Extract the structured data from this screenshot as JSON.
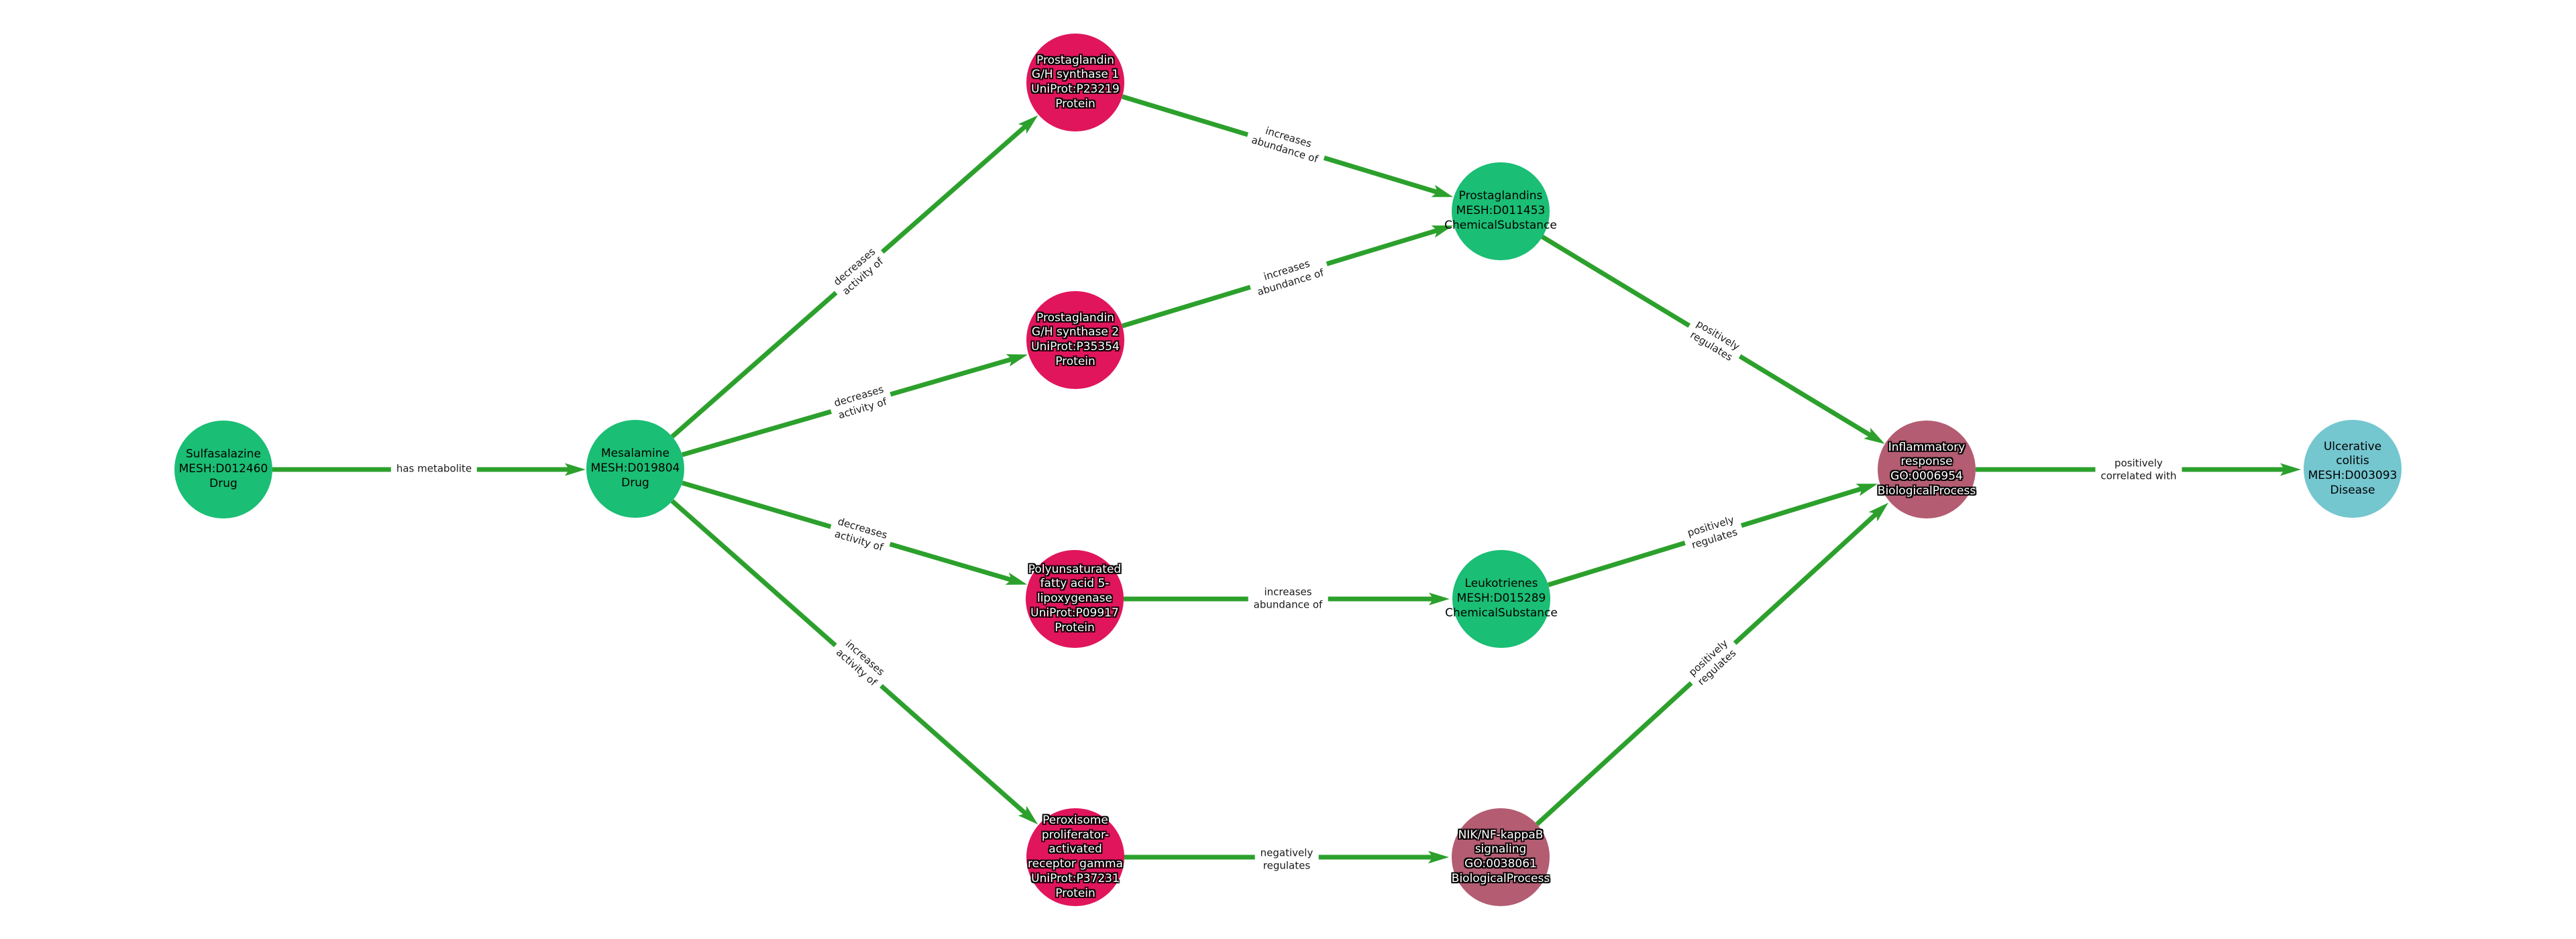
{
  "graph": {
    "background_color": "#ffffff",
    "edge_color": "#2ca02c",
    "node_type_colors": {
      "Drug": "#1abe74",
      "Protein": "#e0155c",
      "ChemicalSubstance": "#1abe74",
      "BiologicalProcess": "#b35c72",
      "Disease": "#74c6cf"
    },
    "nodes": [
      {
        "name": "Sulfasalazine",
        "curie": "MESH:D012460",
        "type": "Drug",
        "label": "Sulfasalazine\nMESH:D012460\nDrug"
      },
      {
        "name": "Mesalamine",
        "curie": "MESH:D019804",
        "type": "Drug",
        "label": "Mesalamine\nMESH:D019804\nDrug"
      },
      {
        "name": "Prostaglandin G/H synthase 1",
        "curie": "UniProt:P23219",
        "type": "Protein",
        "label": "Prostaglandin\nG/H synthase 1\nUniProt:P23219\nProtein"
      },
      {
        "name": "Prostaglandin G/H synthase 2",
        "curie": "UniProt:P35354",
        "type": "Protein",
        "label": "Prostaglandin\nG/H synthase 2\nUniProt:P35354\nProtein"
      },
      {
        "name": "Polyunsaturated fatty acid 5-lipoxygenase",
        "curie": "UniProt:P09917",
        "type": "Protein",
        "label": "Polyunsaturated\nfatty acid 5-\nlipoxygenase\nUniProt:P09917\nProtein"
      },
      {
        "name": "Peroxisome proliferator-activated receptor gamma",
        "curie": "UniProt:P37231",
        "type": "Protein",
        "label": "Peroxisome\nproliferator-\nactivated\nreceptor gamma\nUniProt:P37231\nProtein"
      },
      {
        "name": "Prostaglandins",
        "curie": "MESH:D011453",
        "type": "ChemicalSubstance",
        "label": "Prostaglandins\nMESH:D011453\nChemicalSubstance"
      },
      {
        "name": "Leukotrienes",
        "curie": "MESH:D015289",
        "type": "ChemicalSubstance",
        "label": "Leukotrienes\nMESH:D015289\nChemicalSubstance"
      },
      {
        "name": "NIK/NF-kappaB signaling",
        "curie": "GO:0038061",
        "type": "BiologicalProcess",
        "label": "NIK/NF-kappaB\nsignaling\nGO:0038061\nBiologicalProcess"
      },
      {
        "name": "Inflammatory response",
        "curie": "GO:0006954",
        "type": "BiologicalProcess",
        "label": "Inflammatory\nresponse\nGO:0006954\nBiologicalProcess"
      },
      {
        "name": "Ulcerative colitis",
        "curie": "MESH:D003093",
        "type": "Disease",
        "label": "Ulcerative\ncolitis\nMESH:D003093\nDisease"
      }
    ],
    "edges": [
      {
        "source": "Sulfasalazine",
        "target": "Mesalamine",
        "label": "has metabolite"
      },
      {
        "source": "Mesalamine",
        "target": "Prostaglandin G/H synthase 1",
        "label": "decreases\nactivity of"
      },
      {
        "source": "Mesalamine",
        "target": "Prostaglandin G/H synthase 2",
        "label": "decreases\nactivity of"
      },
      {
        "source": "Mesalamine",
        "target": "Polyunsaturated fatty acid 5-lipoxygenase",
        "label": "decreases\nactivity of"
      },
      {
        "source": "Mesalamine",
        "target": "Peroxisome proliferator-activated receptor gamma",
        "label": "increases\nactivity of"
      },
      {
        "source": "Prostaglandin G/H synthase 1",
        "target": "Prostaglandins",
        "label": "increases\nabundance of"
      },
      {
        "source": "Prostaglandin G/H synthase 2",
        "target": "Prostaglandins",
        "label": "increases\nabundance of"
      },
      {
        "source": "Polyunsaturated fatty acid 5-lipoxygenase",
        "target": "Leukotrienes",
        "label": "increases\nabundance of"
      },
      {
        "source": "Peroxisome proliferator-activated receptor gamma",
        "target": "NIK/NF-kappaB signaling",
        "label": "negatively\nregulates"
      },
      {
        "source": "Prostaglandins",
        "target": "Inflammatory response",
        "label": "positively\nregulates"
      },
      {
        "source": "Leukotrienes",
        "target": "Inflammatory response",
        "label": "positively\nregulates"
      },
      {
        "source": "NIK/NF-kappaB signaling",
        "target": "Inflammatory response",
        "label": "positively\nregulates"
      },
      {
        "source": "Inflammatory response",
        "target": "Ulcerative colitis",
        "label": "positively\ncorrelated with"
      }
    ]
  }
}
